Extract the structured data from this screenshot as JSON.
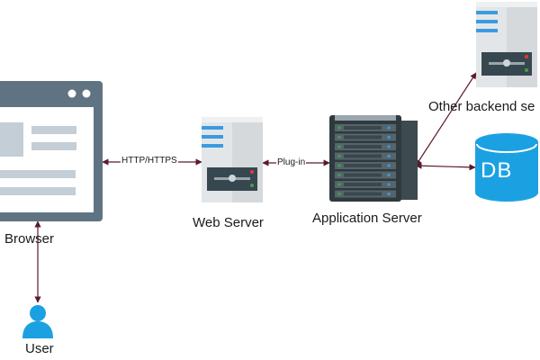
{
  "nodes": {
    "browser": {
      "label": "Browser",
      "icon": "browser-window-icon"
    },
    "user": {
      "label": "User",
      "icon": "user-icon"
    },
    "web_server": {
      "label": "Web Server",
      "icon": "server-icon"
    },
    "app_server": {
      "label": "Application Server",
      "icon": "server-rack-icon"
    },
    "other_backend": {
      "label": "Other backend se",
      "icon": "server-icon"
    },
    "db": {
      "label": "DB",
      "icon": "database-icon"
    }
  },
  "edges": {
    "browser_web": {
      "label": "HTTP/HTTPS"
    },
    "web_app": {
      "label": "Plug-in"
    }
  },
  "colors": {
    "browser_frame": "#5f7382",
    "server_body": "#e6e8ea",
    "server_blue": "#3a9be0",
    "server_dark": "#37474f",
    "rack_dark": "#2f3a3f",
    "db_blue": "#1ba1e2",
    "user_blue": "#1ba1e2",
    "connector": "#5b1a2e"
  }
}
